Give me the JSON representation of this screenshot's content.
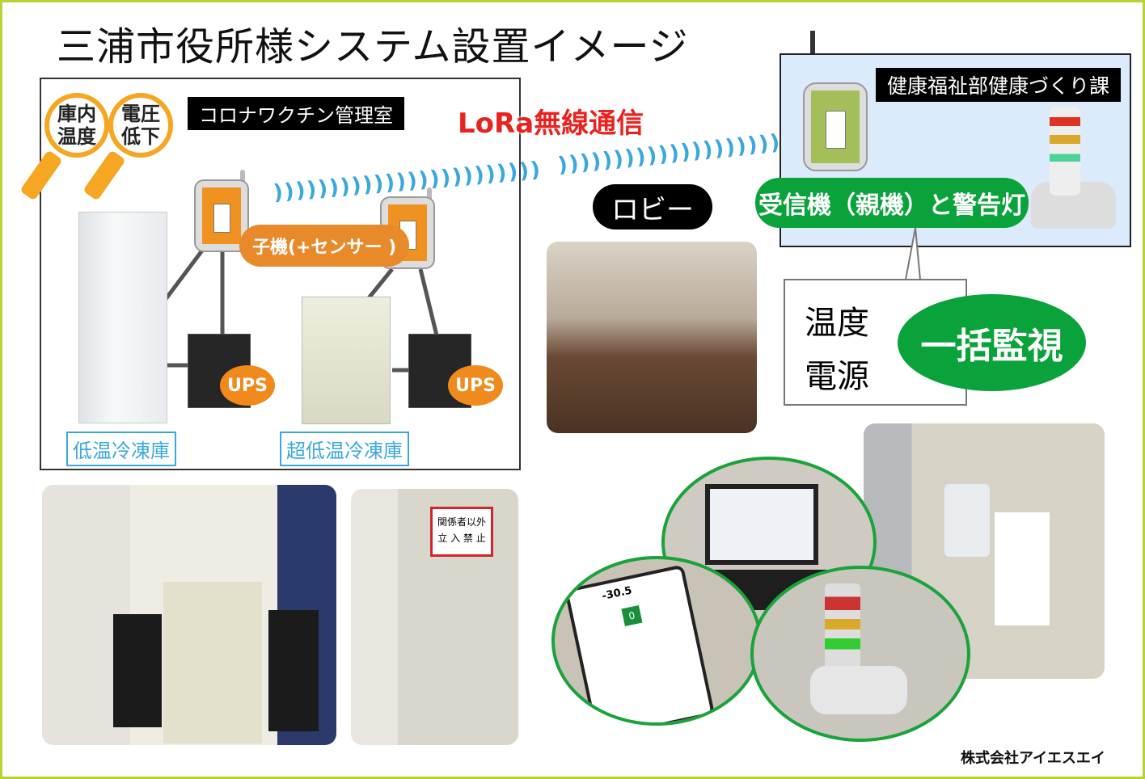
{
  "title": "三浦市役所様システム設置イメージ",
  "room_label": "コロナワクチン管理室",
  "magnifiers": [
    "庫内温度",
    "電圧低下"
  ],
  "lora_label": "LoRa無線通信",
  "wave_glyphs": "))))))))))))))))))))))))",
  "child_unit_label": "子機(+センサー )",
  "ups_label": "UPS",
  "freezers": [
    "低温冷凍庫",
    "超低温冷凍庫"
  ],
  "lobby_label": "ロビー",
  "department_label": "健康福祉部健康づくり課",
  "receiver_label": "受信機（親機）と警告灯",
  "monitor_items": [
    "温度",
    "電源"
  ],
  "monitor_label": "一括監視",
  "door_sign": [
    "関係者以外",
    "立 入 禁 止"
  ],
  "phone_readings": {
    "temp": "-30.5",
    "count": "0"
  },
  "company": "株式会社アイエスエイ",
  "colors": {
    "frame": "#b5d334",
    "orange": "#f5a623",
    "green": "#0aa23b",
    "blue": "#3aa8dc",
    "red": "#e8231f"
  }
}
